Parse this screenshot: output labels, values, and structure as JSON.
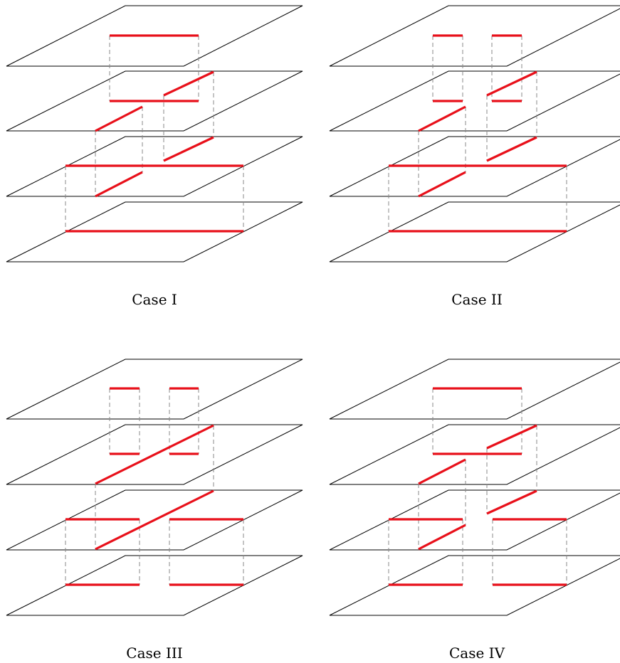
{
  "panels": [
    {
      "caption": "Case I"
    },
    {
      "caption": "Case II"
    },
    {
      "caption": "Case III"
    },
    {
      "caption": "Case IV"
    }
  ],
  "colors": {
    "plane_outline": "#000000",
    "segment": "#e8101a",
    "connector": "#888888"
  }
}
